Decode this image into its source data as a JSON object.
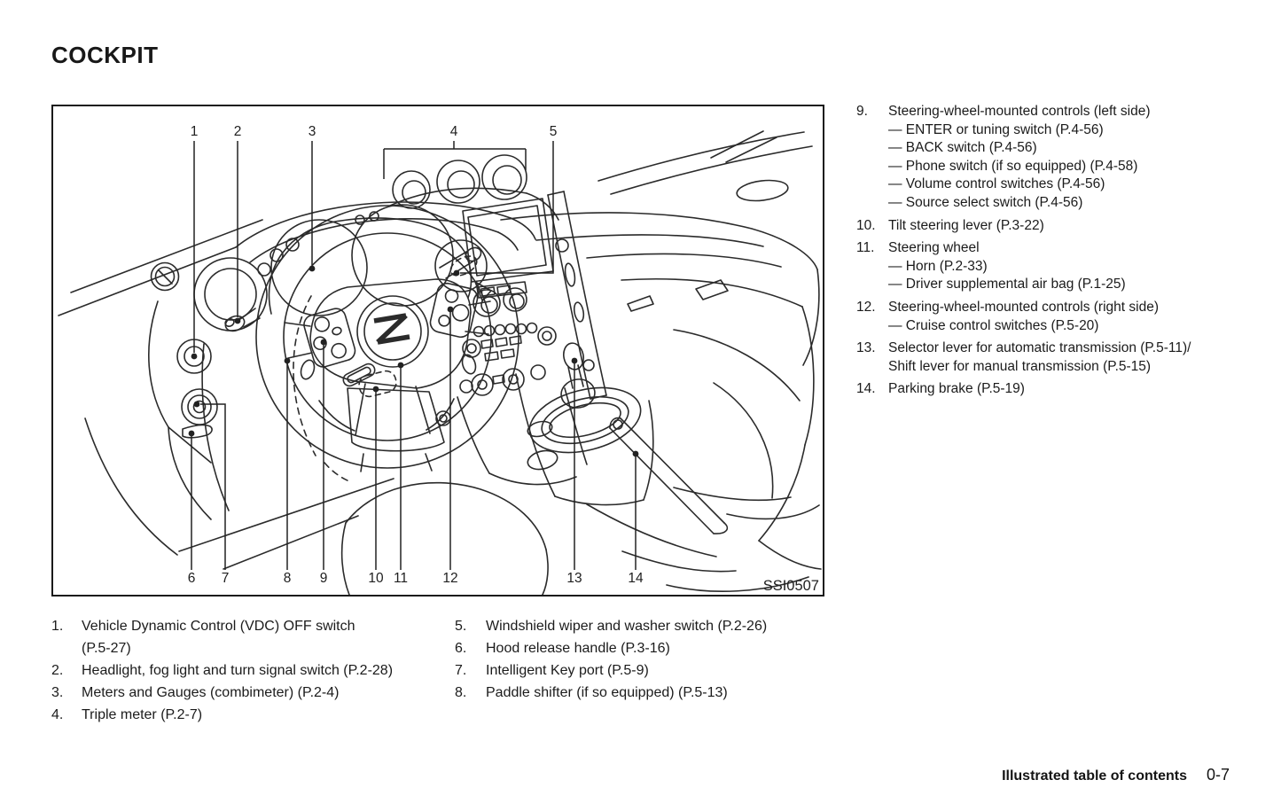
{
  "page": {
    "title": "COCKPIT"
  },
  "figure": {
    "code": "SSI0507",
    "badge": "Z",
    "callout_numbers_top": [
      "1",
      "2",
      "3",
      "4",
      "5"
    ],
    "callout_numbers_bottom": [
      "6",
      "7",
      "8",
      "9",
      "10",
      "11",
      "12",
      "13",
      "14"
    ]
  },
  "legend_left": [
    {
      "num": "1.",
      "text": "Vehicle Dynamic Control (VDC) OFF switch",
      "text2": "(P.5-27)"
    },
    {
      "num": "2.",
      "text": "Headlight, fog light and turn signal switch (P.2-28)"
    },
    {
      "num": "3.",
      "text": "Meters and Gauges (combimeter) (P.2-4)"
    },
    {
      "num": "4.",
      "text": "Triple meter (P.2-7)"
    }
  ],
  "legend_middle": [
    {
      "num": "5.",
      "text": "Windshield wiper and washer switch (P.2-26)"
    },
    {
      "num": "6.",
      "text": "Hood release handle (P.3-16)"
    },
    {
      "num": "7.",
      "text": "Intelligent Key port (P.5-9)"
    },
    {
      "num": "8.",
      "text": "Paddle shifter (if so equipped) (P.5-13)"
    }
  ],
  "legend_right": [
    {
      "num": "9.",
      "text": "Steering-wheel-mounted controls (left side)",
      "subs": [
        "— ENTER or tuning switch (P.4-56)",
        "— BACK switch (P.4-56)",
        "— Phone switch (if so equipped) (P.4-58)",
        "— Volume control switches (P.4-56)",
        "— Source select switch (P.4-56)"
      ]
    },
    {
      "num": "10.",
      "text": "Tilt steering lever (P.3-22)"
    },
    {
      "num": "11.",
      "text": "Steering wheel",
      "subs": [
        "— Horn (P.2-33)",
        "— Driver supplemental air bag (P.1-25)"
      ]
    },
    {
      "num": "12.",
      "text": "Steering-wheel-mounted controls (right side)",
      "subs": [
        "— Cruise control switches (P.5-20)"
      ]
    },
    {
      "num": "13.",
      "text": "Selector lever for automatic transmission (P.5-11)/",
      "text2": "Shift lever for manual transmission (P.5-15)"
    },
    {
      "num": "14.",
      "text": "Parking brake (P.5-19)"
    }
  ],
  "footer": {
    "label": "Illustrated table of contents",
    "page": "0-7"
  }
}
